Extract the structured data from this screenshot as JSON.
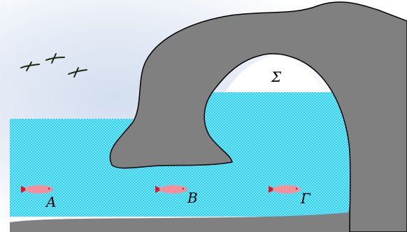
{
  "labels": {
    "sigma": "Σ",
    "point_a": "A",
    "point_b": "B",
    "point_c": "Γ"
  },
  "colors": {
    "water": "#26d0f2",
    "water_dots": "#ffffff",
    "rock": "#808080",
    "rock_outline": "#000000",
    "sky": "#dfe7f3",
    "fish": "#f4909a",
    "fish_tail": "#e8141e",
    "birds": "#1a2a10"
  },
  "icons": {
    "bird": "bird-icon",
    "fish": "fish-icon"
  }
}
